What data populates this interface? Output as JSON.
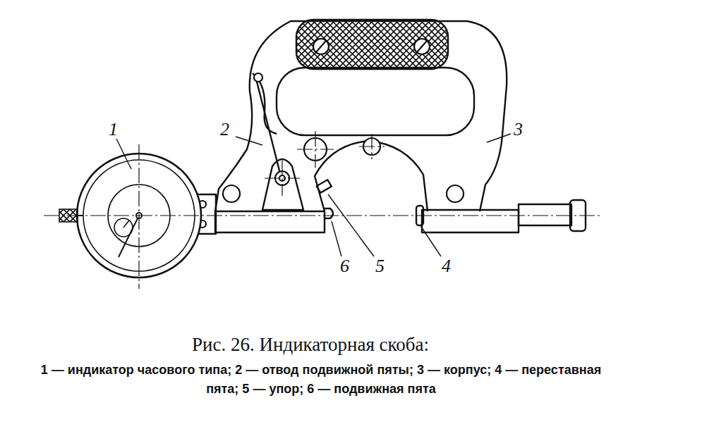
{
  "diagram": {
    "title": "Рис. 26. Индикаторная скоба:",
    "caption": "1 — индикатор часового типа; 2 — отвод подвижной пяты; 3 — корпус; 4 — переставная пята; 5 — упор; 6 — подвижная пята",
    "labels": [
      "1",
      "2",
      "3",
      "4",
      "5",
      "6"
    ]
  }
}
